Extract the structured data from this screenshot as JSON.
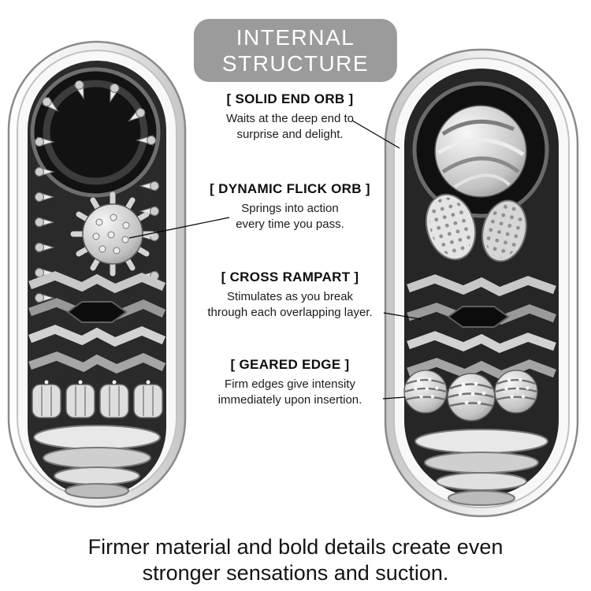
{
  "colors": {
    "badge_bg": "#9b9b9b",
    "badge_text": "#ffffff",
    "body_text": "#1c1c1c",
    "connector_line": "#000000",
    "background": "#ffffff"
  },
  "header": {
    "badge_line1": "INTERNAL",
    "badge_line2": "STRUCTURE"
  },
  "callouts": [
    {
      "title": "[ SOLID END ORB ]",
      "line1": "Waits at the deep end to",
      "line2": "surprise and delight."
    },
    {
      "title": "[ DYNAMIC FLICK ORB ]",
      "line1": "Springs into action",
      "line2": "every time you pass."
    },
    {
      "title": "[ CROSS RAMPART ]",
      "line1": "Stimulates as you break",
      "line2": "through each overlapping layer."
    },
    {
      "title": "[ GEARED EDGE ]",
      "line1": "Firm edges give intensity",
      "line2": "immediately upon insertion."
    }
  ],
  "footer": {
    "line1": "Firmer material and bold details create even",
    "line2": "stronger sensations and suction."
  }
}
